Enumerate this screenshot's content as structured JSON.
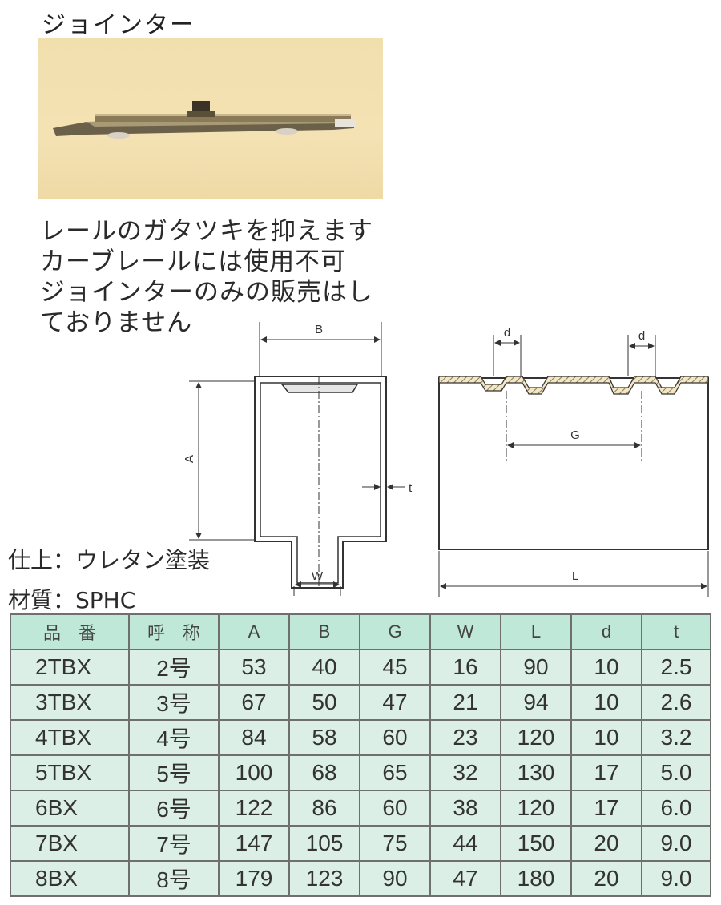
{
  "title": "ジョインター",
  "description": [
    "レールのガタツキを抑えます",
    "カーブレールには使用不可",
    "ジョインターのみの販売はし",
    "ておりません"
  ],
  "finish": "仕上：ウレタン塗装",
  "material": "材質：SPHC",
  "dimension_labels": {
    "A": "A",
    "B": "B",
    "W": "W",
    "t": "t",
    "d1": "d",
    "d2": "d",
    "G": "G",
    "L": "L"
  },
  "table": {
    "headers": [
      "品　番",
      "呼　称",
      "A",
      "B",
      "G",
      "W",
      "L",
      "d",
      "t"
    ],
    "rows": [
      [
        "2TBX",
        "2号",
        "53",
        "40",
        "45",
        "16",
        "90",
        "10",
        "2.5"
      ],
      [
        "3TBX",
        "3号",
        "67",
        "50",
        "47",
        "21",
        "94",
        "10",
        "2.6"
      ],
      [
        "4TBX",
        "4号",
        "84",
        "58",
        "60",
        "23",
        "120",
        "10",
        "3.2"
      ],
      [
        "5TBX",
        "5号",
        "100",
        "68",
        "65",
        "32",
        "130",
        "17",
        "5.0"
      ],
      [
        "6BX",
        "6号",
        "122",
        "86",
        "60",
        "38",
        "120",
        "17",
        "6.0"
      ],
      [
        "7BX",
        "7号",
        "147",
        "105",
        "75",
        "44",
        "150",
        "20",
        "9.0"
      ],
      [
        "8BX",
        "8号",
        "179",
        "123",
        "90",
        "47",
        "180",
        "20",
        "9.0"
      ]
    ]
  },
  "colors": {
    "table_header": "#bfe8d8",
    "table_cell": "#dcefe6",
    "photo_background": "#f2dfae"
  }
}
